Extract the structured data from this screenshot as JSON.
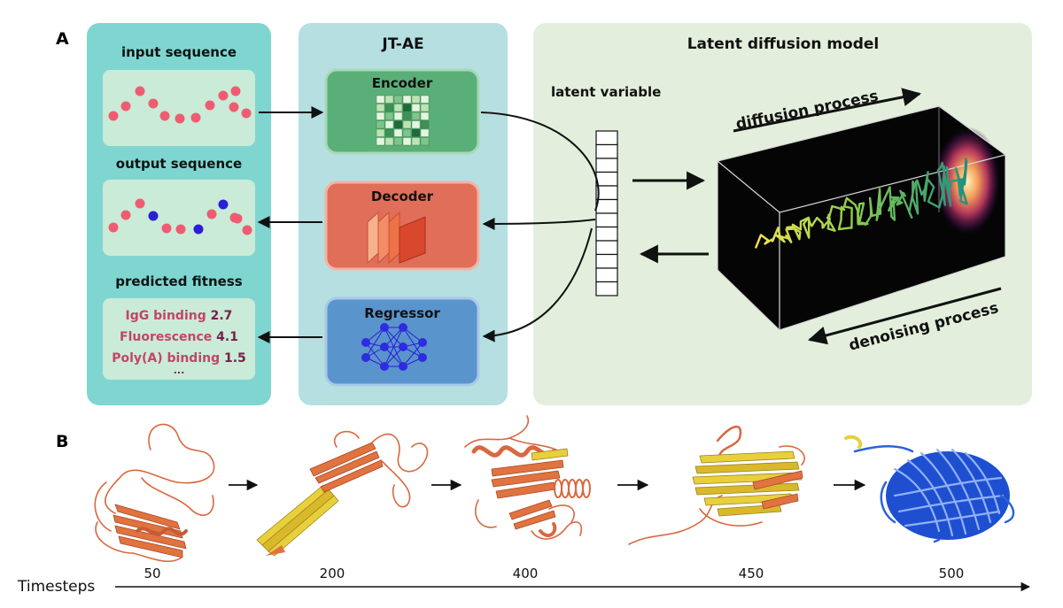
{
  "panel_a": {
    "label": "A",
    "left_panel": {
      "input_title": "input sequence",
      "output_title": "output sequence",
      "fitness_title": "predicted fitness",
      "fitness": [
        {
          "name": "IgG binding",
          "value": "2.7"
        },
        {
          "name": "Fluorescence",
          "value": "4.1"
        },
        {
          "name": "Poly(A) binding",
          "value": "1.5"
        }
      ],
      "ellipsis": "..."
    },
    "jtae": {
      "title": "JT-AE",
      "encoder": "Encoder",
      "decoder": "Decoder",
      "regressor": "Regressor"
    },
    "latent": {
      "label": "latent variable"
    },
    "diffusion": {
      "title": "Latent diffusion model",
      "forward": "diffusion process",
      "reverse": "denoising process"
    }
  },
  "panel_b": {
    "label": "B",
    "axis_label": "Timesteps",
    "steps": [
      "50",
      "200",
      "400",
      "450",
      "500"
    ]
  },
  "colors": {
    "left_panel_bg": "#7fd6d0",
    "jtae_bg": "#b5dfe1",
    "diffusion_bg": "#e3efdc",
    "encoder": "#5aaf78",
    "decoder": "#e06e58",
    "regressor": "#5a94cc",
    "dot_red": "#ef5c72",
    "dot_blue": "#2a1fd6",
    "fitness_text": "#c2456a"
  }
}
